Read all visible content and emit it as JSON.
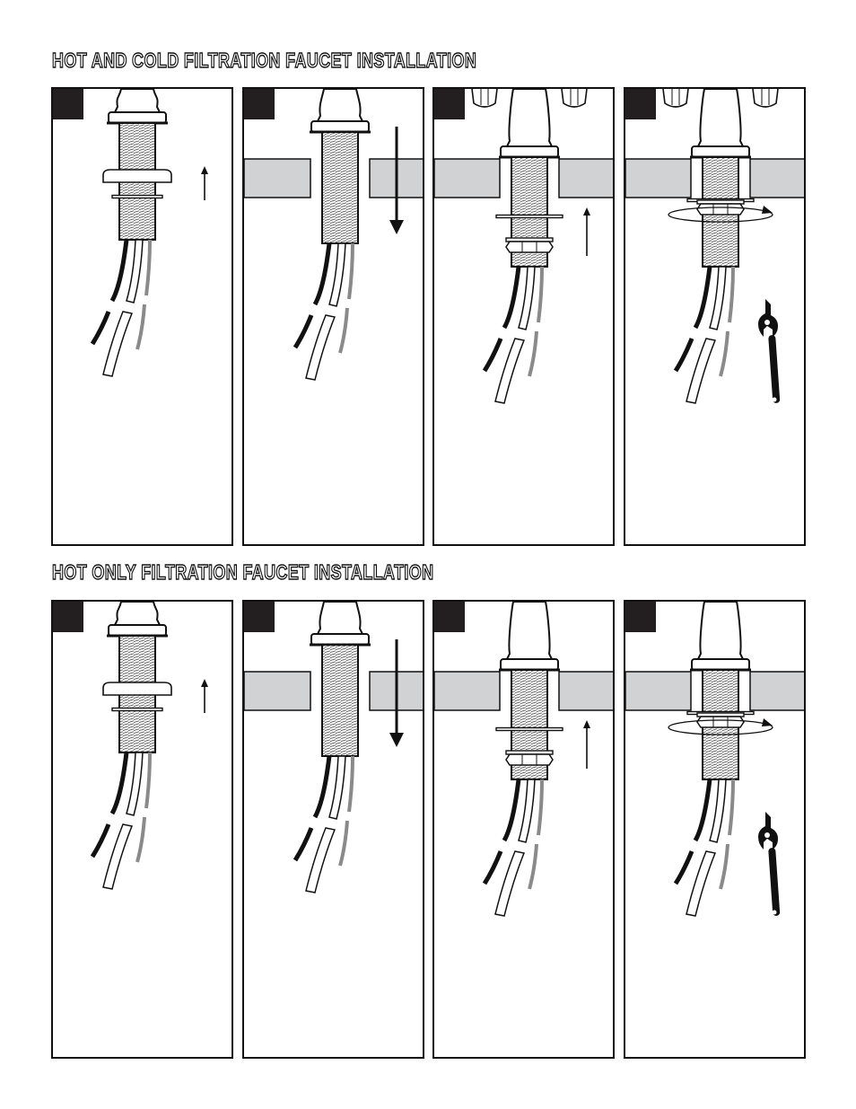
{
  "sections": [
    {
      "title": "HOT AND COLD FILTRATION FAUCET INSTALLATION",
      "panels": [
        {
          "step": "",
          "icon": "washer-and-gasket-slide-up"
        },
        {
          "step": "",
          "icon": "faucet-insert-through-counter"
        },
        {
          "step": "",
          "icon": "washer-and-nut-thread-up"
        },
        {
          "step": "",
          "icon": "tighten-nut-with-wrench"
        }
      ]
    },
    {
      "title": "HOT ONLY FILTRATION FAUCET INSTALLATION",
      "panels": [
        {
          "step": "",
          "icon": "washer-and-gasket-slide-up"
        },
        {
          "step": "",
          "icon": "faucet-insert-through-counter"
        },
        {
          "step": "",
          "icon": "washer-and-nut-thread-up"
        },
        {
          "step": "",
          "icon": "tighten-nut-with-wrench"
        }
      ]
    }
  ],
  "colors": {
    "ink": "#111111",
    "badge": "#231f20",
    "countertop": "#d1d2d4",
    "hot_line": "#8a8a8a",
    "shank_hatch": "#555555"
  }
}
